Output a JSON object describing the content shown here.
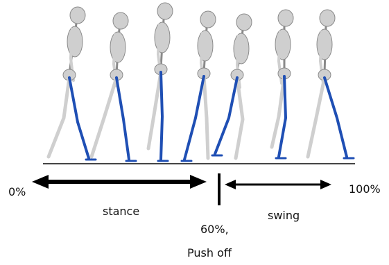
{
  "figure": {
    "labels": {
      "start": "0%",
      "end": "100%",
      "stance": "stance",
      "swing": "swing",
      "pushoff_percent": "60%,",
      "pushoff_label": "Push off"
    },
    "colors": {
      "bone": "#cfcfcf",
      "bone_outline": "#8a8a8a",
      "leg_highlight": "#1f4fb4",
      "ground": "#444444",
      "arrow": "#000000"
    },
    "skeleton_count": 7
  }
}
